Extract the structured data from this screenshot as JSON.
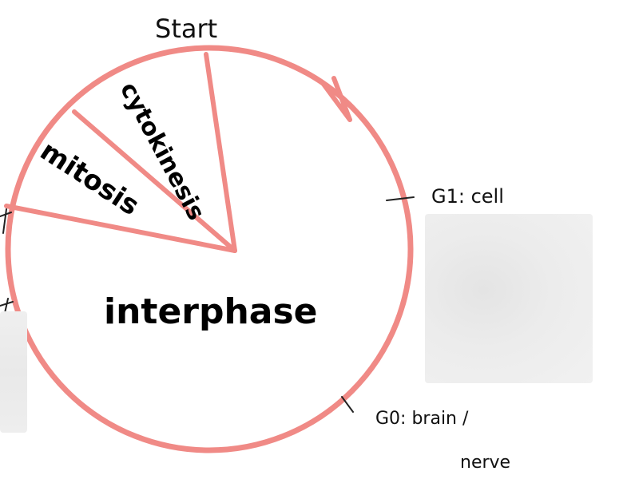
{
  "colors": {
    "cycle_stroke": "#f08a86",
    "ink": "#111111",
    "blurred_patch": "#ececec"
  },
  "labels": {
    "start": "Start",
    "cytokinesis": "cytokinesis",
    "mitosis": "mitosis",
    "interphase": "interphase",
    "g1": "G1: cell",
    "g0_line1": "G0: brain /",
    "g0_line2": "nerve"
  },
  "redacted_regions": [
    "right-annotation-blurred",
    "left-annotation-blurred"
  ]
}
